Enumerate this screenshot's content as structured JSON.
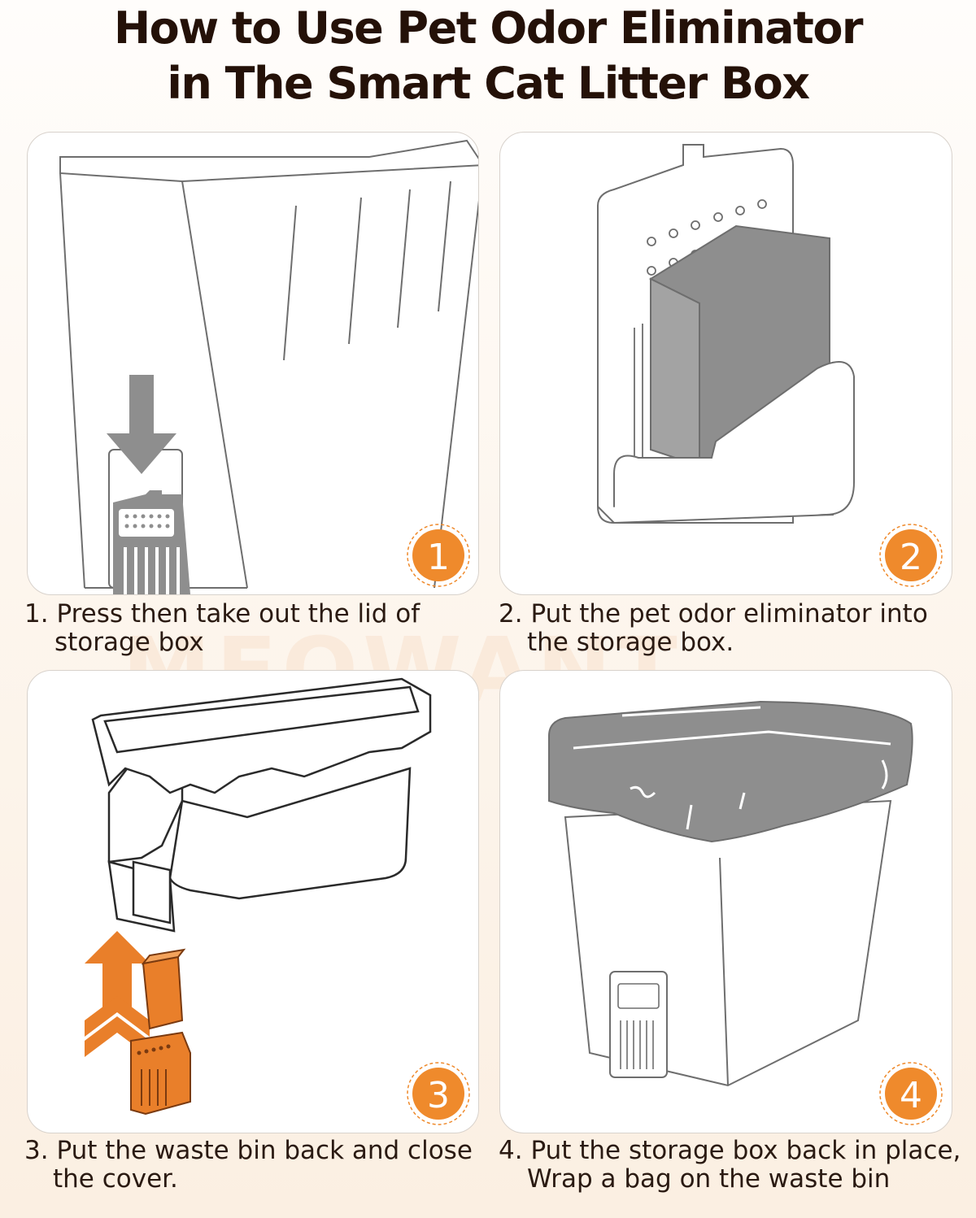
{
  "title": {
    "line1": "How to Use Pet Odor Eliminator",
    "line2": "in The Smart Cat Litter Box"
  },
  "watermark": "MEOWANT",
  "colors": {
    "badge": "#ef8a2c",
    "accent_orange": "#e97f2a",
    "gray_fill": "#8e8e8e",
    "line": "#6e6e6e"
  },
  "steps": [
    {
      "badge": "1",
      "number": "1.",
      "line1": "Press then take out the lid of",
      "line2": "storage box"
    },
    {
      "badge": "2",
      "number": "2.",
      "line1": "Put the pet odor eliminator into",
      "line2": "the storage box."
    },
    {
      "badge": "3",
      "number": "3.",
      "line1": "Put the waste bin back and close",
      "line2": "the cover."
    },
    {
      "badge": "4",
      "number": "4.",
      "line1": "Put the storage box back in place,",
      "line2": "Wrap a bag on the waste bin"
    }
  ]
}
